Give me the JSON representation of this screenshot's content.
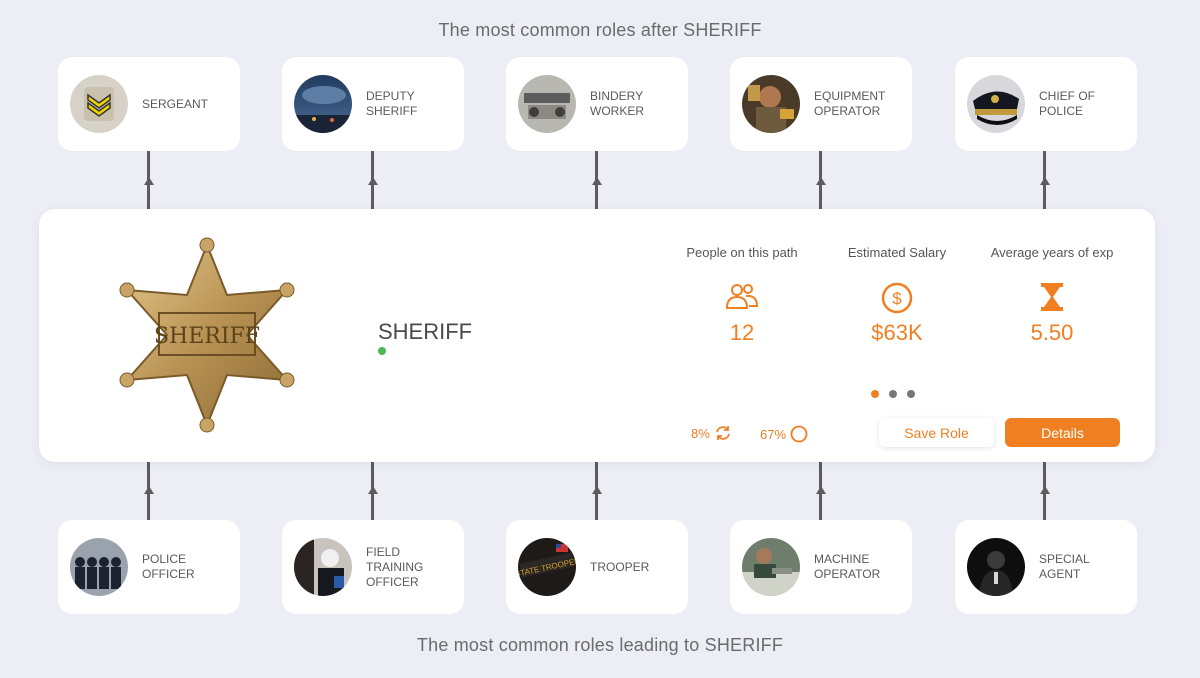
{
  "titles": {
    "after": "The most common roles after SHERIFF",
    "leading": "The most common roles leading to SHERIFF"
  },
  "roles_after": [
    {
      "label": "SERGEANT",
      "icon": "sergeant-chevron-photo"
    },
    {
      "label": "DEPUTY\nSHERIFF",
      "icon": "night-sky-photo"
    },
    {
      "label": "BINDERY\nWORKER",
      "icon": "machine-photo"
    },
    {
      "label": "EQUIPMENT\nOPERATOR",
      "icon": "worker-photo"
    },
    {
      "label": "CHIEF OF\nPOLICE",
      "icon": "police-cap-photo"
    }
  ],
  "roles_leading": [
    {
      "label": "POLICE\nOFFICER",
      "icon": "police-line-photo"
    },
    {
      "label": "FIELD\nTRAINING\nOFFICER",
      "icon": "officer-photo"
    },
    {
      "label": "TROOPER",
      "icon": "state-trooper-photo"
    },
    {
      "label": "MACHINE\nOPERATOR",
      "icon": "machine-operator-photo"
    },
    {
      "label": "SPECIAL\nAGENT",
      "icon": "agent-silhouette-photo"
    }
  ],
  "main": {
    "role_title": "SHERIFF",
    "badge_text": "SHERIFF",
    "stats": [
      {
        "label": "People on this path",
        "value": "12",
        "icon": "people-icon"
      },
      {
        "label": "Estimated Salary",
        "value": "$63K",
        "icon": "dollar-icon"
      },
      {
        "label": "Average years of exp",
        "value": "5.50",
        "icon": "hourglass-icon"
      }
    ],
    "mini_stats": {
      "turnover": "8%",
      "other": "67%"
    },
    "buttons": {
      "save": "Save Role",
      "details": "Details"
    },
    "pager_active": 0,
    "colors": {
      "accent": "#f07f22",
      "status": "#4cb85a"
    }
  }
}
